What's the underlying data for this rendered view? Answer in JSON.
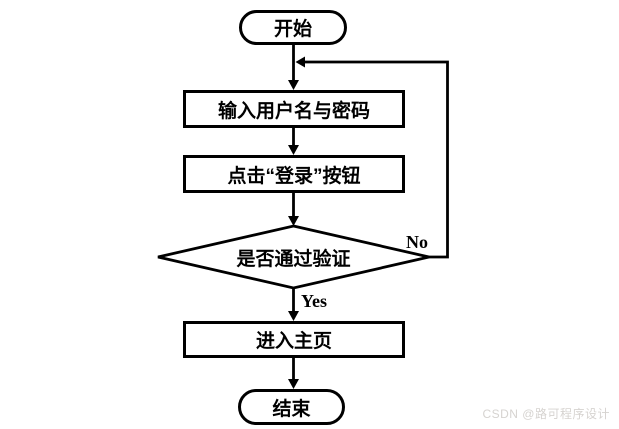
{
  "diagram": {
    "type": "flowchart",
    "description": "login process flowchart",
    "nodes": [
      {
        "id": "start",
        "shape": "stadium",
        "label": "开始"
      },
      {
        "id": "input",
        "shape": "rect",
        "label": "输入用户名与密码"
      },
      {
        "id": "click",
        "shape": "rect",
        "label": "点击“登录”按钮"
      },
      {
        "id": "verify",
        "shape": "diamond",
        "label": "是否通过验证"
      },
      {
        "id": "home",
        "shape": "rect",
        "label": "进入主页"
      },
      {
        "id": "end",
        "shape": "stadium",
        "label": "结束"
      }
    ],
    "edges": [
      {
        "from": "start",
        "to": "input",
        "label": ""
      },
      {
        "from": "input",
        "to": "click",
        "label": ""
      },
      {
        "from": "click",
        "to": "verify",
        "label": ""
      },
      {
        "from": "verify",
        "to": "home",
        "label": "Yes"
      },
      {
        "from": "verify",
        "to": "input",
        "label": "No",
        "route": "right-loop-back-to-top"
      },
      {
        "from": "home",
        "to": "end",
        "label": ""
      }
    ],
    "edge_labels": {
      "yes": "Yes",
      "no": "No"
    }
  },
  "watermark": "CSDN @路可程序设计",
  "colors": {
    "line": "#000000",
    "background": "#ffffff",
    "watermark_text": "#d6d3d0"
  }
}
